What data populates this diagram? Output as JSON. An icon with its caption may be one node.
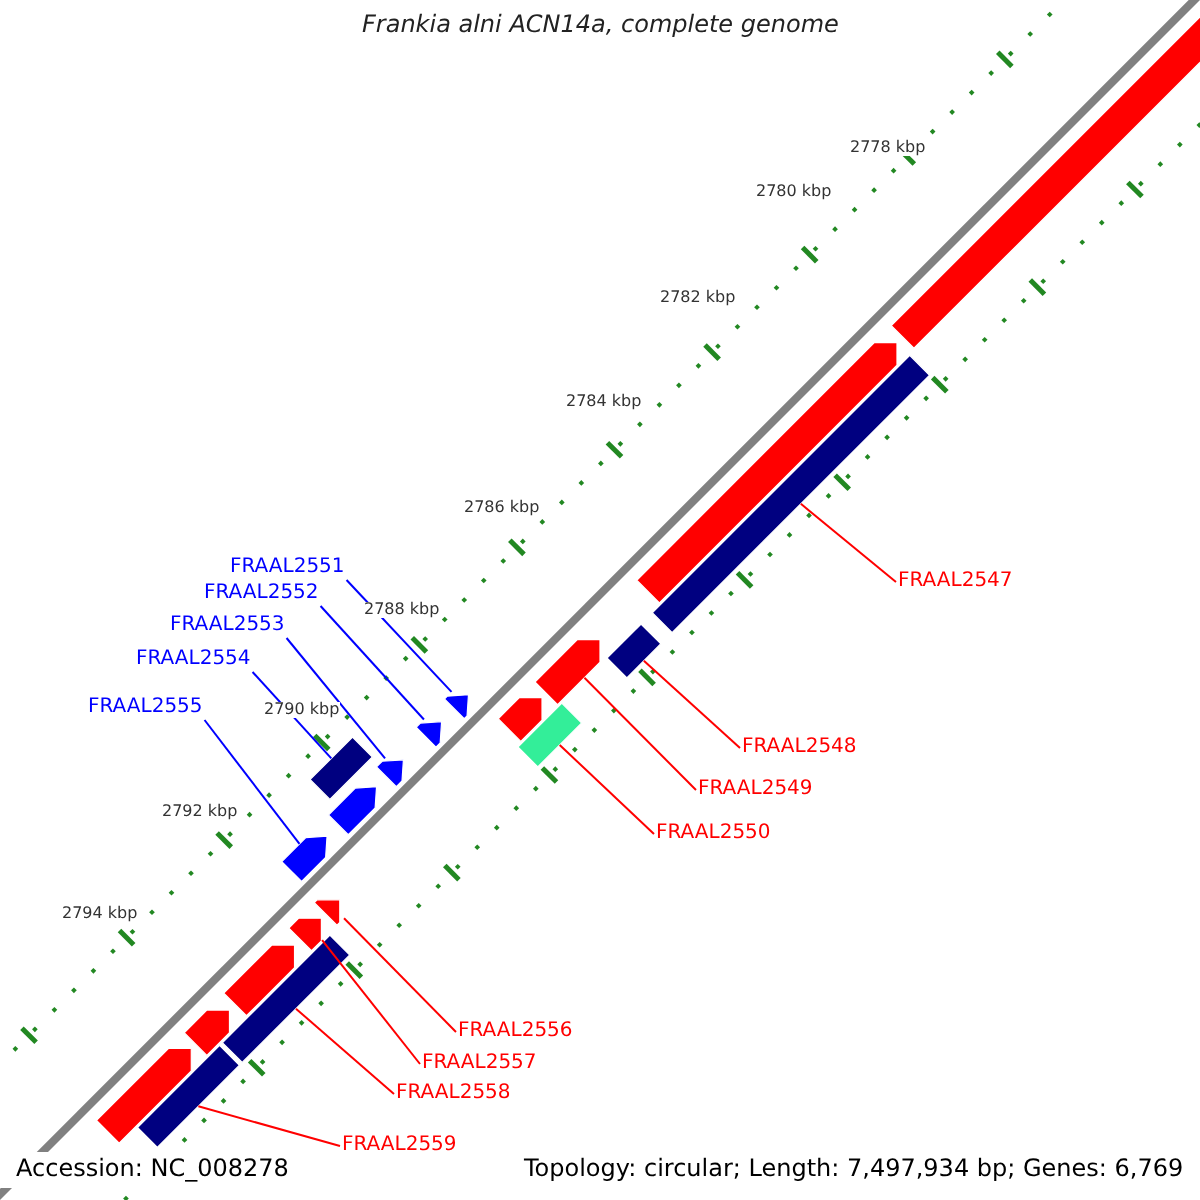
{
  "diagram": {
    "title": "Frankia alni ACN14a, complete genome",
    "nodes": [
      {
        "text": [
          "FRAAL2547"
        ]
      },
      {
        "text": [
          "FRAAL2548"
        ]
      },
      {
        "text": [
          "FRAAL2549"
        ]
      },
      {
        "text": [
          "FRAAL2550"
        ]
      },
      {
        "text": [
          "FRAAL2551"
        ]
      },
      {
        "text": [
          "FRAAL2552"
        ]
      },
      {
        "text": [
          "FRAAL2553"
        ]
      },
      {
        "text": [
          "FRAAL2554"
        ]
      },
      {
        "text": [
          "FRAAL2555"
        ]
      },
      {
        "text": [
          "FRAAL2556"
        ]
      },
      {
        "text": [
          "FRAAL2557"
        ]
      },
      {
        "text": [
          "FRAAL2558"
        ]
      },
      {
        "text": [
          "FRAAL2559"
        ]
      },
      {
        "text": [],
        "shape": "bar"
      },
      {
        "text": [],
        "shape": "bar"
      },
      {
        "text": [],
        "shape": "bar"
      },
      {
        "text": [],
        "shape": "bar"
      },
      {
        "text": [],
        "shape": "bar"
      },
      {
        "text": [],
        "shape": "bar"
      },
      {
        "text": [],
        "shape": "bar"
      },
      {
        "text": [],
        "shape": "bar"
      },
      {
        "text": [],
        "shape": "bar"
      },
      {
        "text": [],
        "shape": "bar"
      },
      {
        "text": [],
        "shape": "bar"
      },
      {
        "text": [],
        "shape": "bar"
      },
      {
        "text": [],
        "shape": "bar"
      },
      {
        "text": [],
        "shape": "bar"
      },
      {
        "text": [],
        "shape": "bar"
      },
      {
        "text": [],
        "shape": "bar"
      },
      {
        "text": [],
        "shape": "bar"
      },
      {
        "text": [],
        "shape": "bar"
      },
      {
        "text": [],
        "shape": "bar"
      },
      {
        "text": [],
        "shape": "bar"
      }
    ],
    "edges": [
      {
        "from": 0,
        "to": 13,
        "arrow": "none"
      },
      {
        "from": 1,
        "to": 14,
        "arrow": "none"
      },
      {
        "from": 2,
        "to": 15,
        "arrow": "none"
      },
      {
        "from": 3,
        "to": 16,
        "arrow": "none"
      },
      {
        "from": 4,
        "to": 17,
        "arrow": "none",
        "color": "#0000ff"
      },
      {
        "from": 5,
        "to": 18,
        "arrow": "none",
        "color": "#0000ff"
      },
      {
        "from": 6,
        "to": 19,
        "arrow": "none",
        "color": "#0000ff"
      },
      {
        "from": 7,
        "to": 20,
        "arrow": "none",
        "color": "#0000ff"
      },
      {
        "from": 8,
        "to": 21,
        "arrow": "none",
        "color": "#0000ff"
      },
      {
        "from": 9,
        "to": 22,
        "arrow": "none"
      },
      {
        "from": 10,
        "to": 23,
        "arrow": "none"
      },
      {
        "from": 11,
        "to": 24,
        "arrow": "none"
      },
      {
        "from": 12,
        "to": 25,
        "arrow": "none"
      }
    ],
    "labels": [
      "2778 kbp",
      "2780 kbp",
      "2782 kbp",
      "2784 kbp",
      "2786 kbp",
      "2788 kbp",
      "2790 kbp",
      "2792 kbp",
      "2794 kbp",
      "Accession: NC_008278",
      "Topology: circular; Length: 7,497,934 bp; Genes: 6,769"
    ]
  }
}
